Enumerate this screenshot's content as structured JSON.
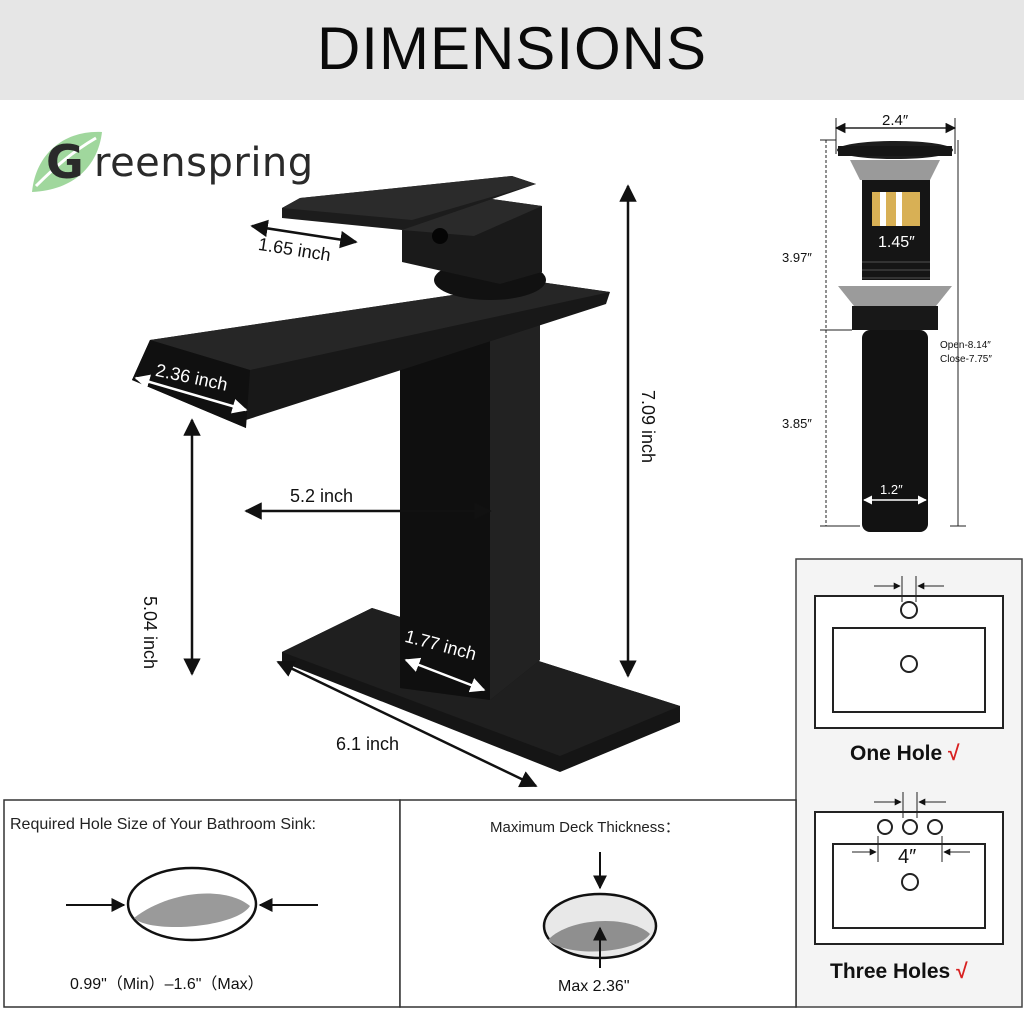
{
  "header": {
    "title": "DIMENSIONS"
  },
  "brand": {
    "name": "reenspring",
    "mark": "G"
  },
  "faucet": {
    "handle_length": "1.65 inch",
    "spout_width": "2.36 inch",
    "reach": "5.2 inch",
    "spout_height": "5.04 inch",
    "total_height": "7.09 inch",
    "body_width": "1.77 inch",
    "plate_length": "6.1 inch"
  },
  "drain": {
    "cap_width": "2.4″",
    "body_width": "1.45″",
    "upper_height": "3.97″",
    "lower_height": "3.85″",
    "tail_width": "1.2″",
    "open_length": "Open-8.14″",
    "close_length": "Close-7.75″"
  },
  "sink_options": {
    "one_hole": {
      "label": "One Hole",
      "check": "√"
    },
    "three_holes": {
      "label": "Three Holes",
      "check": "√",
      "spacing": "4″"
    }
  },
  "hole_size": {
    "title": "Required Hole Size of Your Bathroom Sink:",
    "range": "0.99\"（Min）–1.6\"（Max）"
  },
  "deck": {
    "title": "Maximum Deck Thickness：",
    "max": "Max 2.36\""
  },
  "colors": {
    "header_bg": "#e6e6e6",
    "faucet": "#141414",
    "logo_green": "#8fd08c",
    "check": "#d82020"
  }
}
